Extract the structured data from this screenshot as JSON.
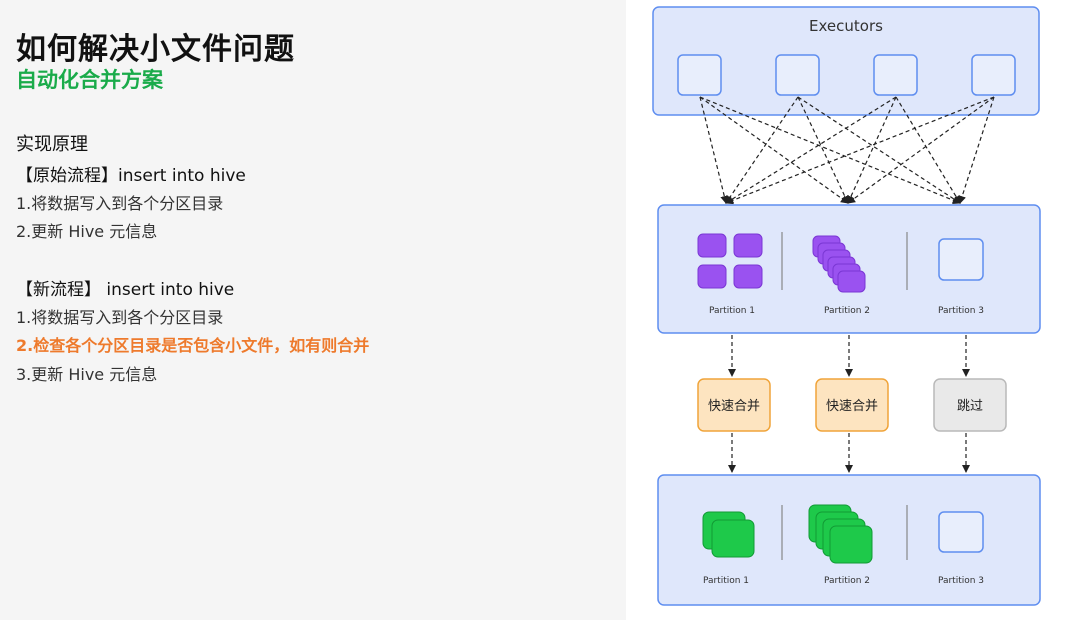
{
  "page": {
    "title": "如何解决小文件问题",
    "subtitle": "自动化合并方案"
  },
  "principle": {
    "heading": "实现原理",
    "original_flow": {
      "title": "【原始流程】insert into hive",
      "steps": [
        "1.将数据写入到各个分区目录",
        "2.更新 Hive 元信息"
      ]
    },
    "new_flow": {
      "title": "【新流程】 insert into hive",
      "steps": [
        "1.将数据写入到各个分区目录",
        "2.检查各个分区目录是否包含小文件，如有则合并",
        "3.更新 Hive 元信息"
      ]
    }
  },
  "diagram": {
    "executors_label": "Executors",
    "executor_count": 4,
    "partitions_before": [
      {
        "label": "Partition 1",
        "files": "grid-4"
      },
      {
        "label": "Partition 2",
        "files": "stack-6"
      },
      {
        "label": "Partition 3",
        "files": "empty"
      }
    ],
    "actions": [
      {
        "label": "快速合并",
        "kind": "merge"
      },
      {
        "label": "快速合并",
        "kind": "merge"
      },
      {
        "label": "跳过",
        "kind": "skip"
      }
    ],
    "partitions_after": [
      {
        "label": "Partition 1",
        "files": "stack-2"
      },
      {
        "label": "Partition 2",
        "files": "stack-4"
      },
      {
        "label": "Partition 3",
        "files": "empty"
      }
    ],
    "colors": {
      "box_fill": "#dfe7fb",
      "box_stroke": "#5f8ef0",
      "small_file": "#9a52f0",
      "merged_file": "#1ec94a",
      "merge_fill": "#fde4c0",
      "merge_stroke": "#f0a43a",
      "skip_fill": "#e9e9e9",
      "skip_stroke": "#b9b9b9",
      "highlight": "#ee7a2c",
      "subtitle": "#1aab4a"
    }
  }
}
